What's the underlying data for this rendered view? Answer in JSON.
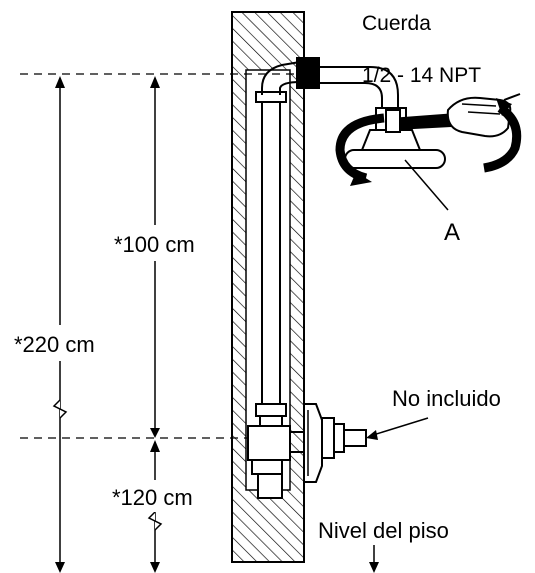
{
  "labels": {
    "thread_title": "Cuerda",
    "thread_spec": "1/2  - 14 NPT",
    "part_a": "A",
    "dim_100": "*100 cm",
    "dim_220": "*220 cm",
    "dim_120": "*120 cm",
    "not_included": "No incluido",
    "floor_level": "Nivel del piso"
  },
  "colors": {
    "line": "#000000",
    "background": "#ffffff"
  },
  "icons": {
    "rotation_arrows": "curved-arrow-icon",
    "hand": "hand-icon",
    "wrench": "wrench-icon"
  }
}
